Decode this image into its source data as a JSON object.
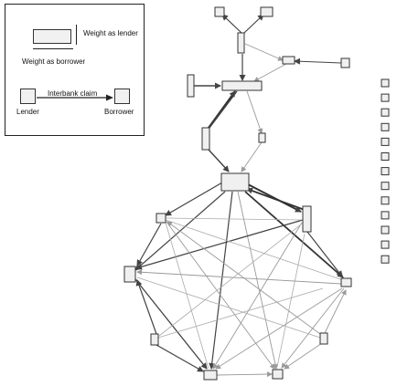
{
  "legend": {
    "weight_as_lender": "Weight as lender",
    "weight_as_borrower": "Weight as borrower",
    "interbank_claim": "Interbank claim",
    "lender": "Lender",
    "borrower": "Borrower"
  },
  "colors": {
    "node_fill": "#f0f0f0",
    "node_stroke": "#333333",
    "edge_dark": "#444444",
    "edge_light": "#9a9a9a"
  }
}
